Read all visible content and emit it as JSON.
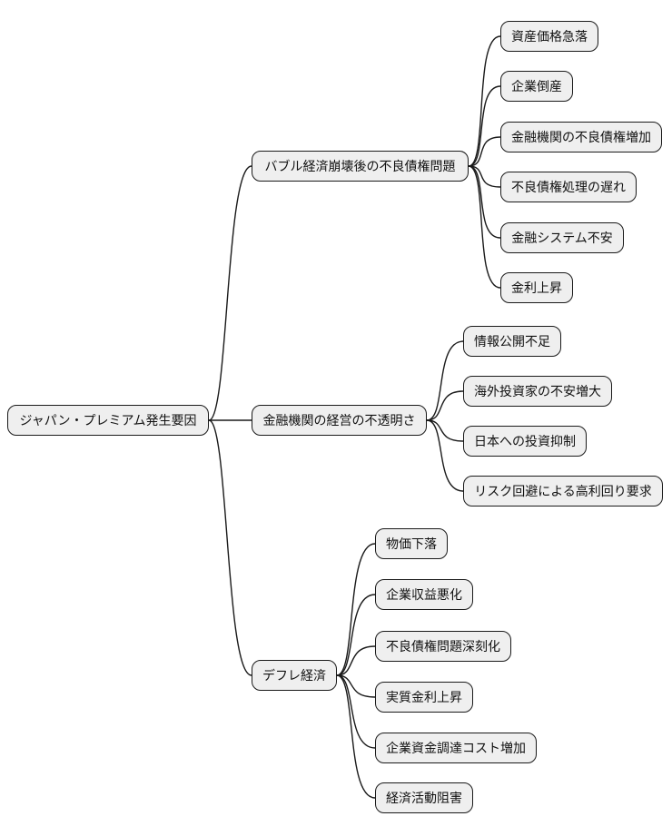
{
  "diagram": {
    "type": "mindmap",
    "root": {
      "label": "ジャパン・プレミアム発生要因"
    },
    "branches": [
      {
        "label": "バブル経済崩壊後の不良債権問題",
        "children": [
          "資産価格急落",
          "企業倒産",
          "金融機関の不良債権増加",
          "不良債権処理の遅れ",
          "金融システム不安",
          "金利上昇"
        ]
      },
      {
        "label": "金融機関の経営の不透明さ",
        "children": [
          "情報公開不足",
          "海外投資家の不安増大",
          "日本への投資抑制",
          "リスク回避による高利回り要求"
        ]
      },
      {
        "label": "デフレ経済",
        "children": [
          "物価下落",
          "企業収益悪化",
          "不良債権問題深刻化",
          "実質金利上昇",
          "企業資金調達コスト増加",
          "経済活動阻害"
        ]
      }
    ],
    "colors": {
      "background": "#ffffff",
      "node_fill": "#efefef",
      "node_border": "#1a1a1a",
      "connector": "#1a1a1a",
      "text": "#111111"
    }
  }
}
